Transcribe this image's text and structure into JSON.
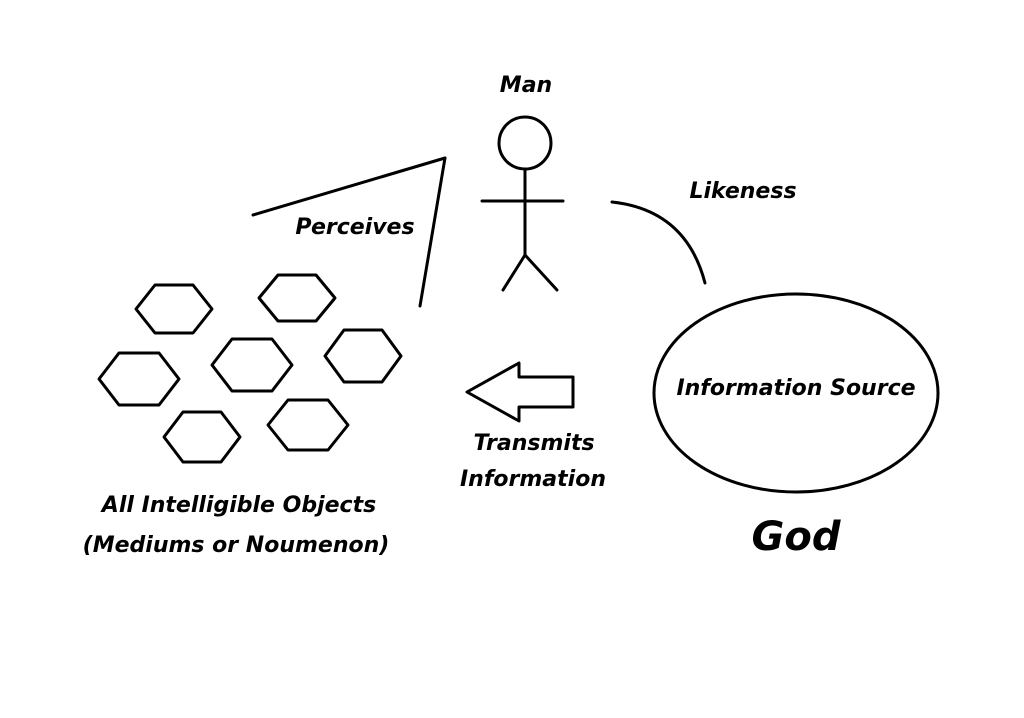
{
  "colors": {
    "background": "#ffffff",
    "ink": "#000000"
  },
  "labels": {
    "man": "Man",
    "perceives": "Perceives",
    "likeness": "Likeness",
    "information_source": "Information Source",
    "god": "God",
    "transmits_line1": "Transmits",
    "transmits_line2": "Information",
    "objects_line1": "All Intelligible Objects",
    "objects_line2": "(Mediums or Noumenon)"
  }
}
